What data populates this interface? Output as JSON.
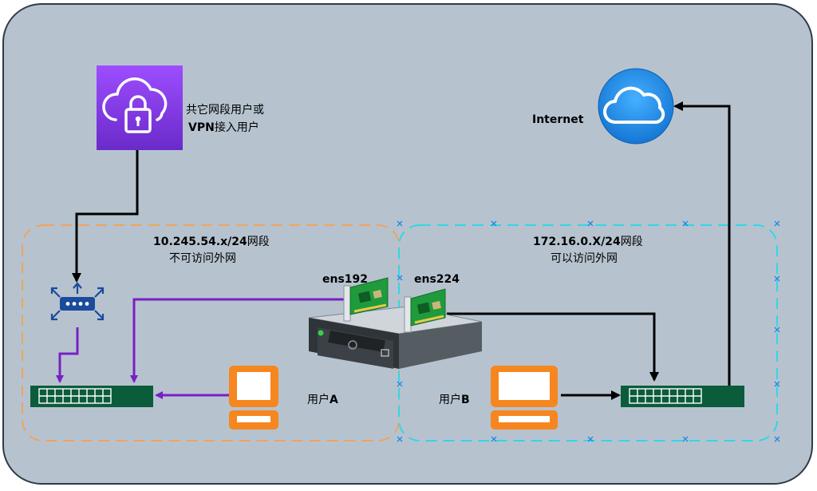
{
  "vpn_label": {
    "line1": "共它网段用户或",
    "line2_bold": "VPN",
    "line2_rest": "接入用户"
  },
  "internet_label": "Internet",
  "left_segment": {
    "cidr": "10.245.54.x/24",
    "suffix": "网段",
    "note": "不可访问外网"
  },
  "right_segment": {
    "cidr": "172.16.0.X/24",
    "suffix": "网段",
    "note": "可以访问外网"
  },
  "nic_left": "ens192",
  "nic_right": "ens224",
  "user_a": {
    "prefix": "用户",
    "letter": "A"
  },
  "user_b": {
    "prefix": "用户",
    "letter": "B"
  },
  "colors": {
    "background": "#b6c3cf",
    "left_zone_border": "#f0a35c",
    "right_zone_border": "#33d6e6",
    "purple_link": "#7a1fc4",
    "black_link": "#000000",
    "switch": "#0b5c3a",
    "computer": "#f6861f",
    "cloud_purple": "#8a3ffc",
    "internet_blue": "#1e90e8"
  },
  "icons": [
    "cloud-lock-icon",
    "internet-cloud-icon",
    "router-icon",
    "switch-icon",
    "server-icon",
    "nic-card-icon",
    "computer-icon"
  ]
}
